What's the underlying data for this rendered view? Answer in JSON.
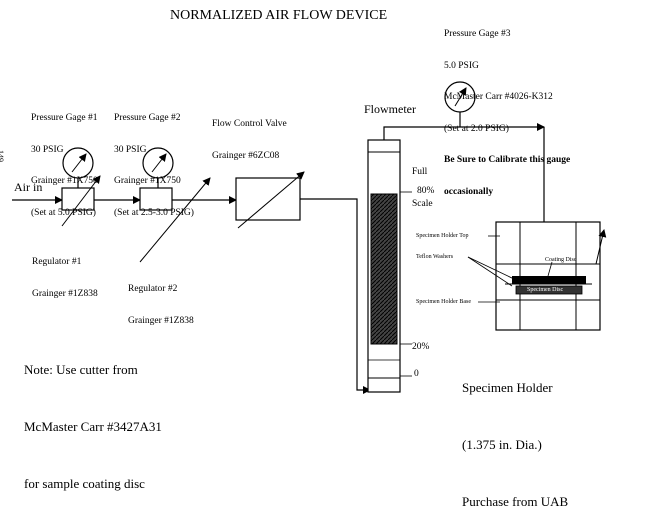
{
  "title": "NORMALIZED AIR FLOW DEVICE",
  "side_mark": "149",
  "gage3": {
    "name": "Pressure Gage #3",
    "rating": "5.0 PSIG",
    "part": "McMaster Carr #4026-K312",
    "setting": "(Set at 2.0 PSIG)",
    "warning_line1": "Be Sure to Calibrate this gauge",
    "warning_line2": "occasionally"
  },
  "gage1": {
    "name": "Pressure Gage #1",
    "rating": "30 PSIG",
    "part": "Grainger #1X750",
    "setting": "(Set at 5.0 PSIG)"
  },
  "gage2": {
    "name": "Pressure Gage #2",
    "rating": "30 PSIG",
    "part": "Grainger #1X750",
    "setting": "(Set at 2.5-3.0 PSIG)"
  },
  "valve": {
    "name": "Flow Control Valve",
    "part": "Grainger #6ZC08"
  },
  "flowmeter": {
    "name": "Flowmeter",
    "full_scale_line1": "Full",
    "full_scale_line2": "Scale",
    "mark_80": "80%",
    "mark_20": "20%",
    "mark_0": "0"
  },
  "air_in": "Air in",
  "regulator1": {
    "name": "Regulator #1",
    "part": "Grainger #1Z838"
  },
  "regulator2": {
    "name": "Regulator #2",
    "part": "Grainger #1Z838"
  },
  "holder_labels": {
    "top": "Specimen Holder Top",
    "washers": "Teflon Washers",
    "disc": "Coating Disc",
    "base": "Specimen Holder Base",
    "specimen": "Specimen Disc"
  },
  "holder": {
    "name": "Specimen Holder",
    "dia": "(1.375 in. Dia.)",
    "source": "Purchase from UAB"
  },
  "note": {
    "line1": "Note: Use cutter from",
    "line2": "McMaster Carr #3427A31",
    "line3": "for sample coating disc"
  }
}
